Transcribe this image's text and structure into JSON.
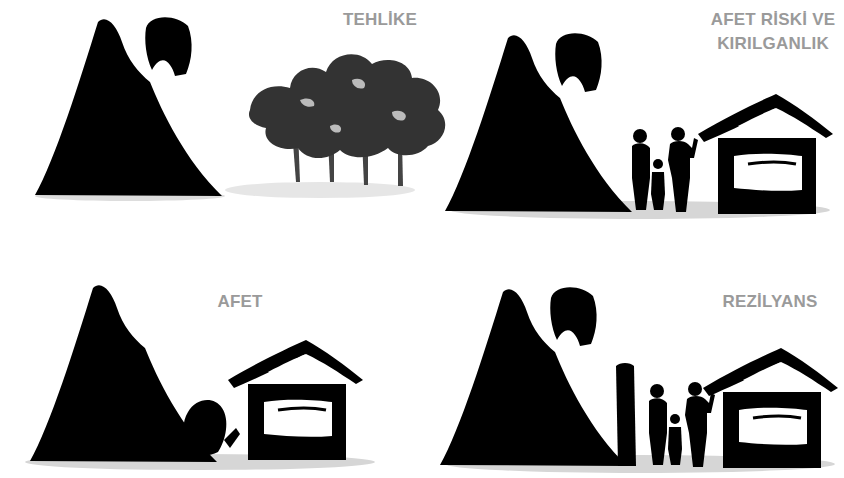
{
  "diagram": {
    "labels": [
      "TEHLİKE",
      "AFET RİSKİ VE KIRILGANLIK",
      "AFET",
      "REZİLYANS"
    ]
  }
}
